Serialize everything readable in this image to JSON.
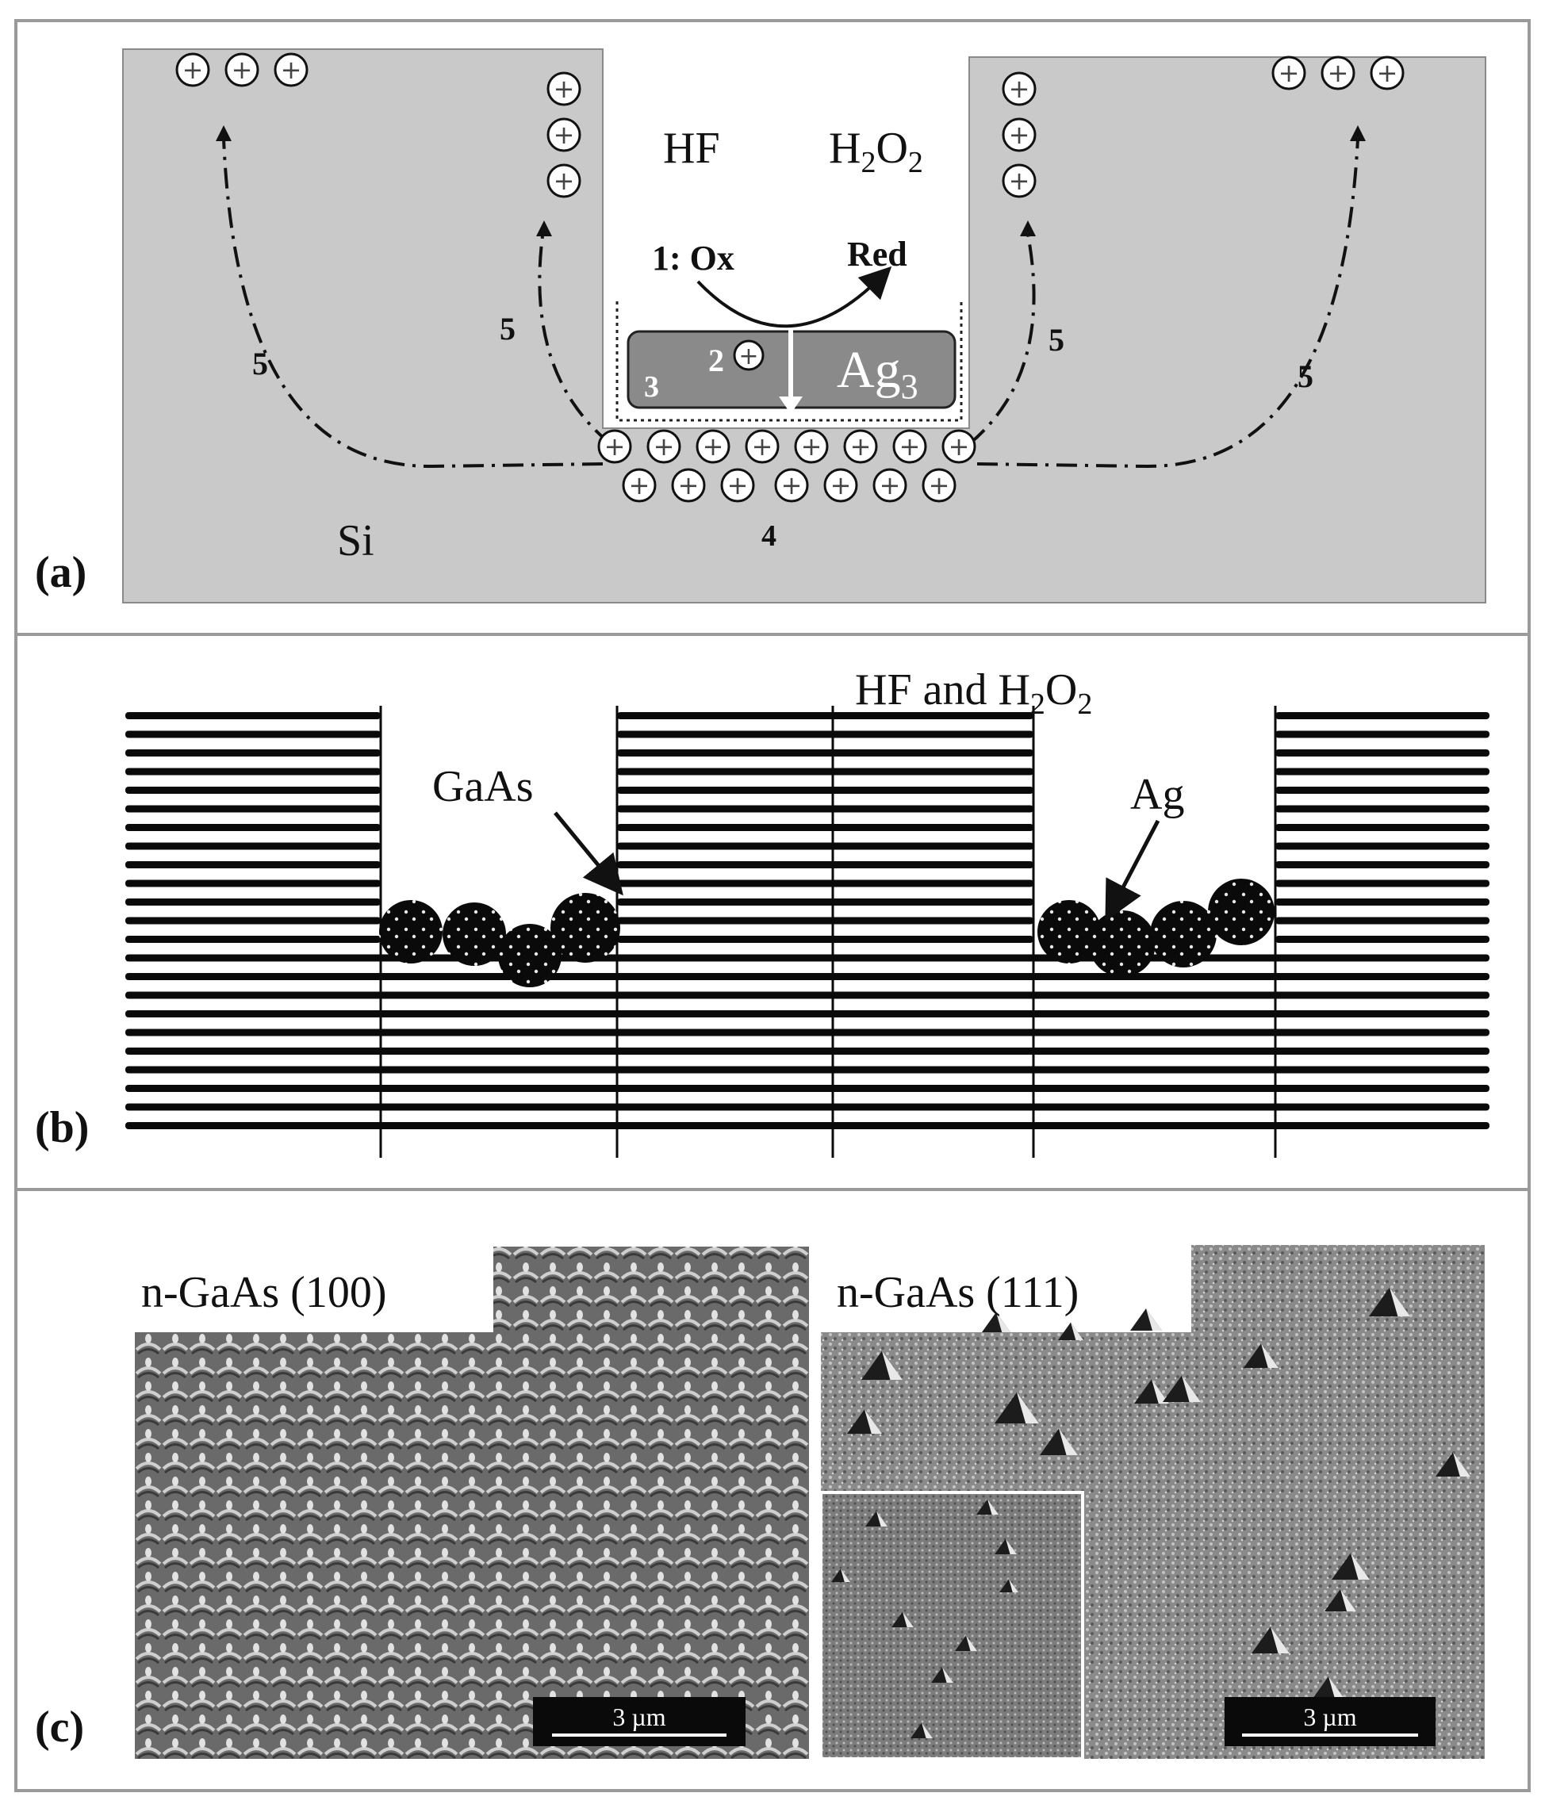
{
  "panel_a": {
    "tag": "(a)",
    "hf": "HF",
    "h2o2_main": "H",
    "h2o2_sub1": "2",
    "h2o2_mid": "O",
    "h2o2_sub2": "2",
    "ox": "1: Ox",
    "red": "Red",
    "step2": "2",
    "step3": "3",
    "ag_main": "Ag",
    "ag_sub": "3",
    "step5": "5",
    "step4": "4",
    "si": "Si",
    "hole_symbol": "+"
  },
  "panel_b": {
    "tag": "(b)",
    "hf_and": "HF and H",
    "sub1": "2",
    "o": "O",
    "sub2": "2",
    "gaas": "GaAs",
    "ag": "Ag"
  },
  "panel_c": {
    "tag": "(c)",
    "left_title": "n-GaAs (100)",
    "right_title": "n-GaAs (111)",
    "scale_left": "3 µm",
    "scale_right": "3 µm"
  },
  "colors": {
    "si_gray": "#c9c9c9",
    "ag_gray": "#8a8a8a",
    "sem_dark": "#5a5a5a",
    "sem_light": "#a8a8a8"
  }
}
